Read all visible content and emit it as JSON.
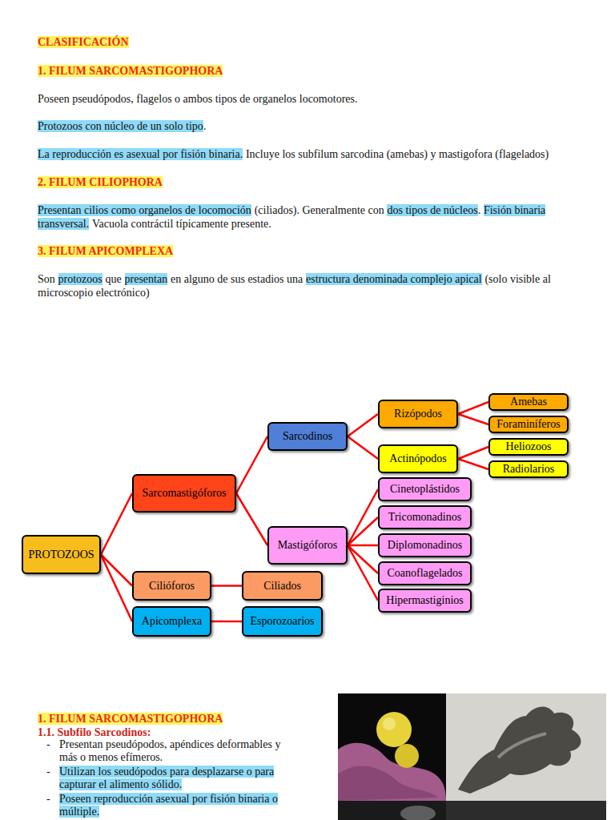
{
  "diagram": {
    "title": "CLASIFICACIÓN",
    "nodes": [
      {
        "text": [
          "PROTOZOOS"
        ]
      },
      {
        "text": [
          "Sarcomastigóforos"
        ]
      },
      {
        "text": [
          "Sarcodinos"
        ]
      },
      {
        "text": [
          "Rizópodos"
        ]
      },
      {
        "text": [
          "Amebas"
        ]
      },
      {
        "text": [
          "Foraminíferos"
        ]
      },
      {
        "text": [
          "Actinópodos"
        ]
      },
      {
        "text": [
          "Heliozoos"
        ]
      },
      {
        "text": [
          "Radiolarios"
        ]
      },
      {
        "text": [
          "Mastigóforos"
        ]
      },
      {
        "text": [
          "Cinetoplástidos"
        ]
      },
      {
        "text": [
          "Tricomonadinos"
        ]
      },
      {
        "text": [
          "Diplomonadinos"
        ]
      },
      {
        "text": [
          "Coanoflagelados"
        ]
      },
      {
        "text": [
          "Hipermastiginios"
        ]
      },
      {
        "text": [
          "Cilióforos"
        ]
      },
      {
        "text": [
          "Ciliados"
        ]
      },
      {
        "text": [
          "Apicomplexa"
        ]
      },
      {
        "text": [
          "Esporozoarios"
        ]
      }
    ],
    "edges": [
      {
        "from": 0,
        "to": 1,
        "arrow": "none"
      },
      {
        "from": 0,
        "to": 15,
        "arrow": "none"
      },
      {
        "from": 0,
        "to": 17,
        "arrow": "none"
      },
      {
        "from": 1,
        "to": 2,
        "arrow": "none"
      },
      {
        "from": 1,
        "to": 9,
        "arrow": "none"
      },
      {
        "from": 2,
        "to": 3,
        "arrow": "none"
      },
      {
        "from": 2,
        "to": 6,
        "arrow": "none"
      },
      {
        "from": 3,
        "to": 4,
        "arrow": "none"
      },
      {
        "from": 3,
        "to": 5,
        "arrow": "none"
      },
      {
        "from": 6,
        "to": 7,
        "arrow": "none"
      },
      {
        "from": 6,
        "to": 8,
        "arrow": "none"
      },
      {
        "from": 9,
        "to": 10,
        "arrow": "none"
      },
      {
        "from": 9,
        "to": 11,
        "arrow": "none"
      },
      {
        "from": 9,
        "to": 12,
        "arrow": "none"
      },
      {
        "from": 9,
        "to": 13,
        "arrow": "none"
      },
      {
        "from": 9,
        "to": 14,
        "arrow": "none"
      },
      {
        "from": 15,
        "to": 16,
        "arrow": "none"
      },
      {
        "from": 17,
        "to": 18,
        "arrow": "none"
      }
    ],
    "labels": [
      "1. FILUM SARCOMASTIGOPHORA",
      "Poseen pseudópodos, flagelos o ambos tipos de organelos locomotores.",
      "Protozoos con núcleo de un solo tipo",
      ".",
      "La reproducción es asexual por fisión binaria.",
      "Incluye los subfilum sarcodina (amebas) y mastigofora (flagelados)",
      "2. FILUM CILIOPHORA",
      "Presentan cilios como organelos de locomoción",
      "(ciliados). Generalmente con",
      "dos tipos de núcleos",
      ".",
      "Fisión binaria transversal.",
      "Vacuola contráctil típicamente presente.",
      "3. FILUM APICOMPLEXA",
      "Son",
      "protozoos",
      "que",
      "presentan",
      "en alguno de sus estadios una",
      "estructura denominada complejo apical",
      "(solo visible al microscopio electrónico)",
      "1. FILUM SARCOMASTIGOPHORA",
      "1.1. Subfilo Sarcodinos:",
      "-",
      "Presentan pseudópodos, apéndices deformables y más o menos efímeros.",
      "-",
      "Utilizan los seudópodos para desplazarse o para capturar el alimento sólido.",
      "-",
      "Poseen reproducción asexual por fisión binaria o múltiple."
    ]
  }
}
